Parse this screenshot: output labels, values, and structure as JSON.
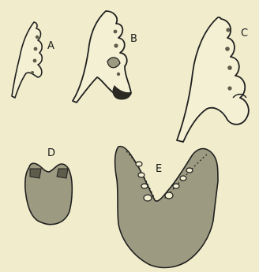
{
  "figure": {
    "labels": {
      "a": "A",
      "b": "B",
      "c": "C",
      "d": "D",
      "e": "E"
    },
    "colors": {
      "background": "#f1edcc",
      "outline": "#1f1f1f",
      "shade": "#9c9a80",
      "light_fill": "#f4f0d3"
    }
  }
}
